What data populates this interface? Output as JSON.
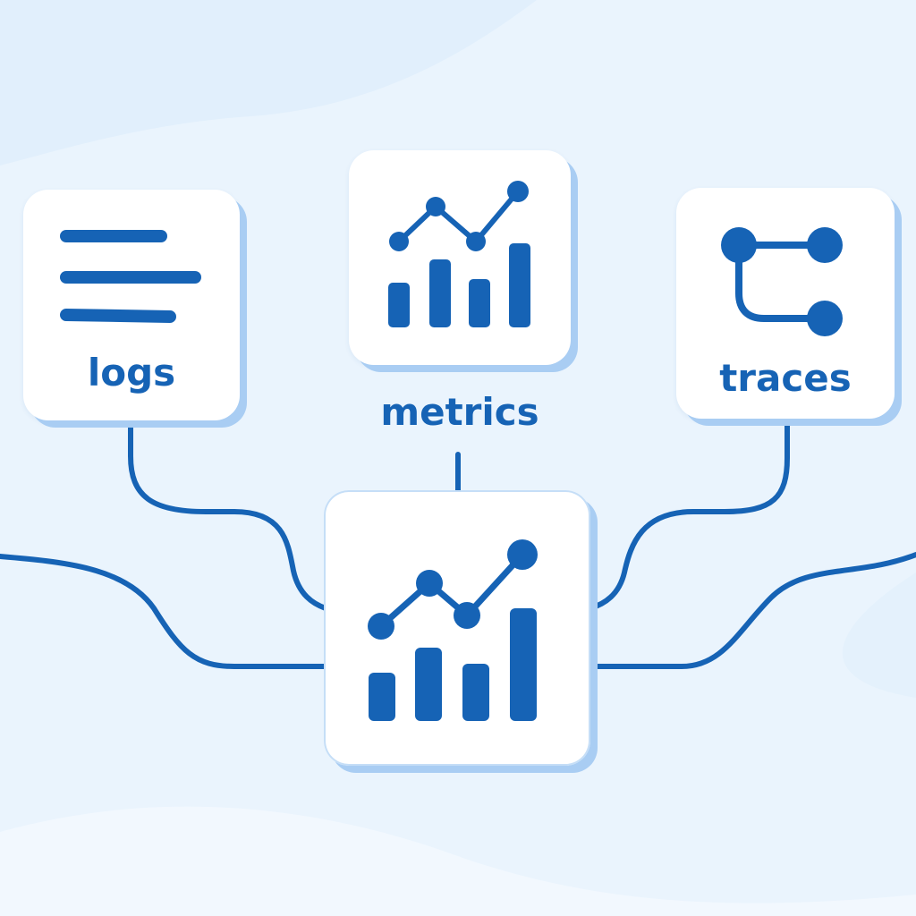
{
  "nodes": {
    "logs": {
      "label": "logs",
      "icon": "log-lines-icon"
    },
    "metrics": {
      "label": "metrics",
      "icon": "line-bar-chart-icon"
    },
    "traces": {
      "label": "traces",
      "icon": "trace-branch-icon"
    },
    "hub": {
      "icon": "line-bar-chart-icon"
    }
  },
  "colors": {
    "background": "#eaf4fd",
    "accent": "#1663b5",
    "card": "#ffffff",
    "card_shadow": "#a9cdf3"
  }
}
